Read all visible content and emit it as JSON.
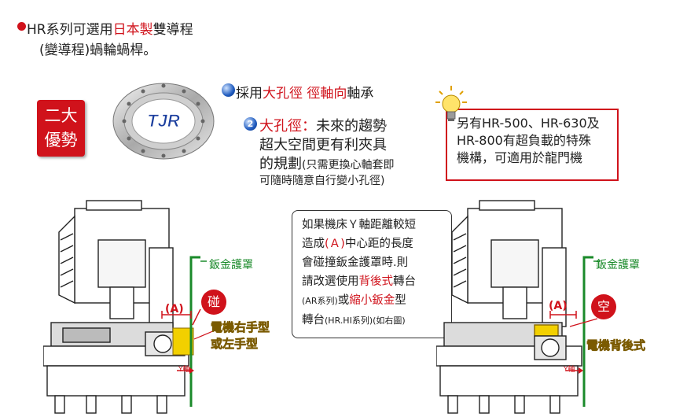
{
  "intro": {
    "line1_prefix": "HR系列可選用",
    "line1_highlight": "日本製",
    "line1_suffix": "雙導程",
    "line2": "(變導程)蝸輪蝸桿。"
  },
  "badge": {
    "line1": "二大",
    "line2": "優勢"
  },
  "bearing": {
    "logo": "TJR"
  },
  "feature1": {
    "prefix": "採用",
    "highlight": "大孔徑 徑軸向",
    "suffix": "軸承"
  },
  "feature2": {
    "number": "2",
    "highlight": "大孔徑：",
    "line1_rest": "未來的趨勢",
    "line2": "超大空間更有利夾具",
    "line3_main": "的規劃",
    "line3_small": "(只需更換心軸套即",
    "line4": "可隨時隨意自行變小孔徑)"
  },
  "note": {
    "line1": "另有HR-500、HR-630及",
    "line2": "HR-800有超負載的特殊",
    "line3": "機構，可適用於龍門機"
  },
  "center_box": {
    "l1": "如果機床Ｙ軸距離較短",
    "l2_a": "造成",
    "l2_b": "(Ａ)",
    "l2_c": "中心距的長度",
    "l3": "會碰撞鈑金護罩時.則",
    "l4_a": "請改選使用",
    "l4_b": "背後式",
    "l4_c": "轉台",
    "l5_a": "(AR系列)",
    "l5_b": "或",
    "l5_c": "縮小鈑金",
    "l5_d": "型",
    "l6_a": "轉台",
    "l6_b": "(HR.HI系列)(如右圖)"
  },
  "left_machine": {
    "guard_label": "鈑金護罩",
    "a_label": "(A)",
    "collide_label": "碰",
    "motor_line1": "電機右手型",
    "motor_line2": "或左手型",
    "y_label": "Y軸"
  },
  "right_machine": {
    "guard_label": "鈑金護罩",
    "a_label": "(A)",
    "empty_label": "空",
    "motor_label": "電機背後式",
    "y_label": "Y軸"
  },
  "colors": {
    "accent_red": "#d0121b",
    "guard_green": "#1a8a2a",
    "motor_yellow": "#f2d000",
    "bullet_blue": "#1f5bbf"
  }
}
